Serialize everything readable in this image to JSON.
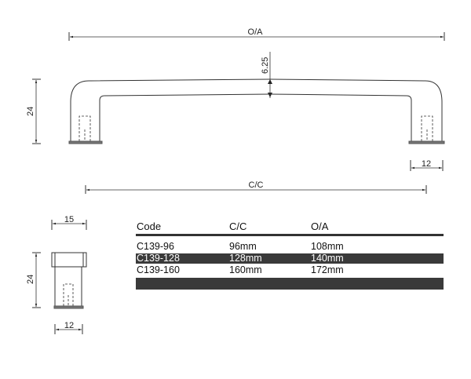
{
  "drawing": {
    "front_view": {
      "overall_label": "O/A",
      "thickness_label": "6.25",
      "height_label": "24",
      "foot_width_label": "12",
      "centers_label": "C/C"
    },
    "side_view": {
      "top_width_label": "15",
      "height_label": "24",
      "base_width_label": "12"
    }
  },
  "table": {
    "headers": [
      "Code",
      "C/C",
      "O/A"
    ],
    "rows": [
      {
        "code": "C139-96",
        "cc": "96mm",
        "oa": "108mm",
        "style": "light"
      },
      {
        "code": "C139-128",
        "cc": "128mm",
        "oa": "140mm",
        "style": "dark"
      },
      {
        "code": "C139-160",
        "cc": "160mm",
        "oa": "172mm",
        "style": "light"
      },
      {
        "code": "",
        "cc": "",
        "oa": "",
        "style": "dark"
      }
    ],
    "colors": {
      "dark_row": "#3a3a3a",
      "rule": "#333333"
    }
  }
}
